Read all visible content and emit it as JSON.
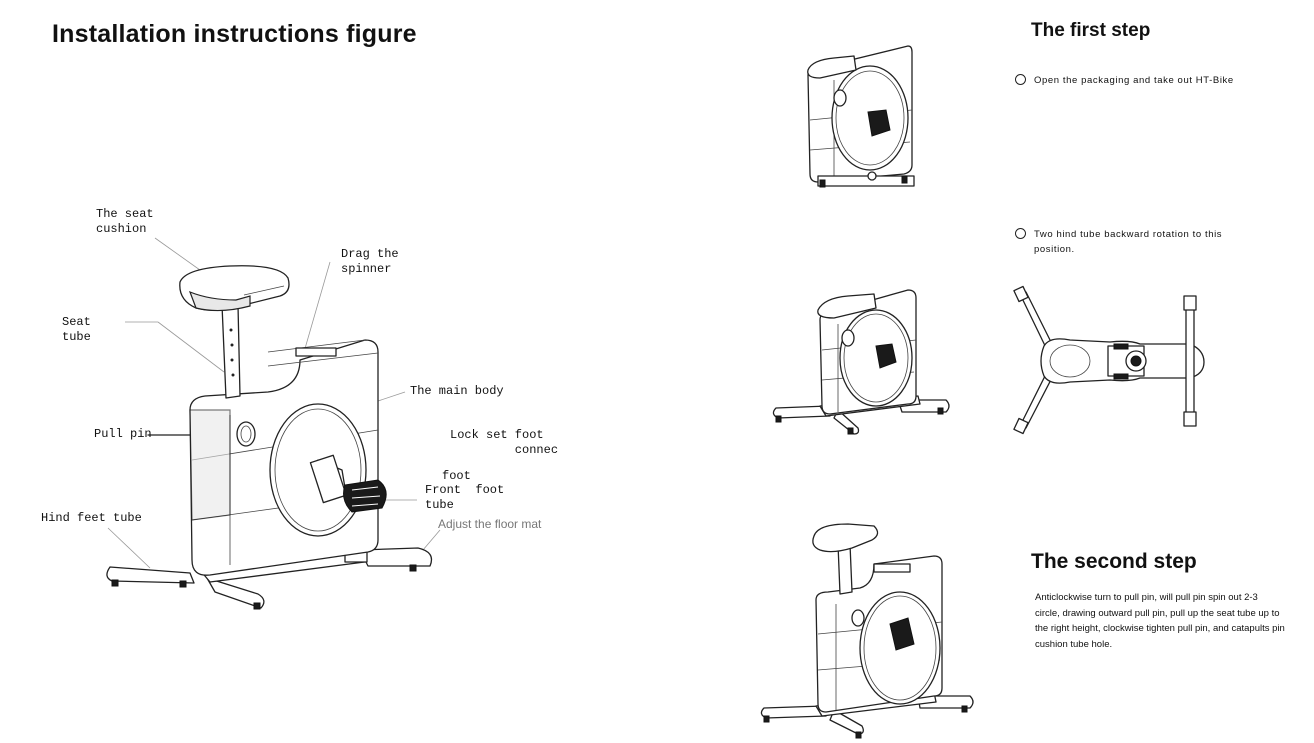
{
  "page_title": "Installation instructions figure",
  "labels": {
    "seat_cushion": "The seat\ncushion",
    "drag_spinner": "Drag the\nspinner",
    "seat_tube": "Seat\ntube",
    "main_body": "The main body",
    "pull_pin": "Pull pin",
    "lock_set_foot": "Lock set foot\n         connec",
    "foot": "foot",
    "front_foot_tube": "Front  foot\ntube",
    "adjust_floor_mat": "Adjust the floor mat",
    "hind_feet_tube": "Hind feet tube"
  },
  "step1": {
    "title": "The first step",
    "instruction_1": "Open the packaging and take out HT-Bike",
    "instruction_2": "Two hind tube backward rotation to this position."
  },
  "step2": {
    "title": "The second step",
    "description": "Anticlockwise turn to pull pin, will pull pin spin out 2-3 circle, drawing outward pull pin, pull up the seat tube up to the right height, clockwise tighten pull pin, and catapults pin cushion tube hole."
  }
}
